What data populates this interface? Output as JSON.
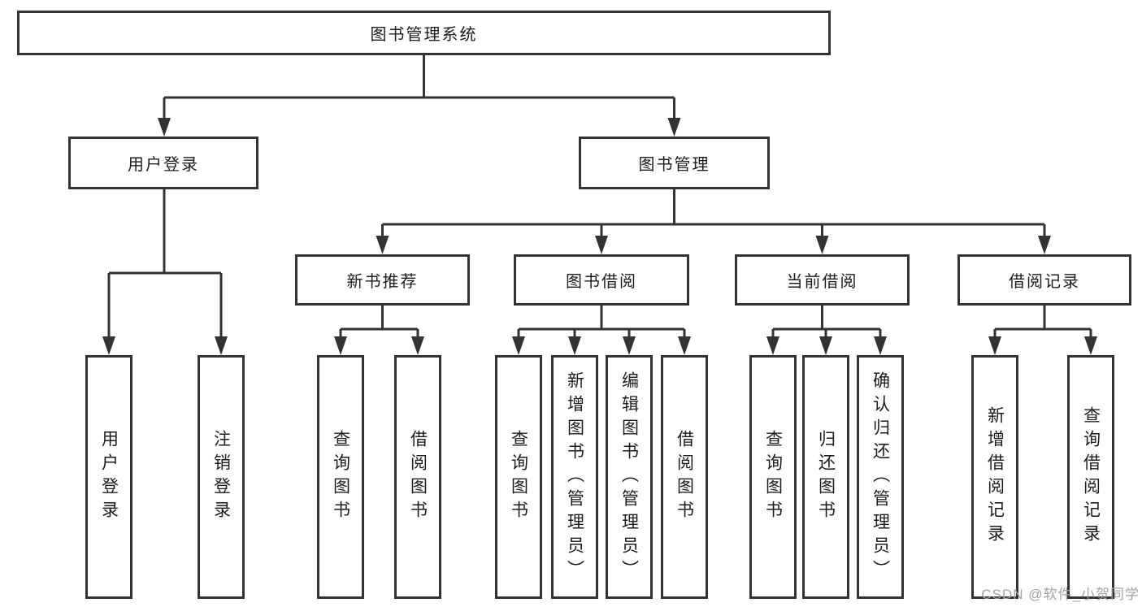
{
  "diagram": {
    "type": "hierarchy-tree",
    "watermark": "CSDN @软件_小贺同学",
    "colors": {
      "line": "#333333",
      "box_border": "#333333",
      "box_background": "#ffffff",
      "text": "#1c1c1e",
      "watermark_text": "#a3a3a7",
      "page_background": "#ffffff"
    },
    "root": {
      "label": "图书管理系统",
      "children": [
        {
          "label": "用户登录",
          "children": [
            {
              "label": "用户登录"
            },
            {
              "label": "注销登录"
            }
          ]
        },
        {
          "label": "图书管理",
          "children": [
            {
              "label": "新书推荐",
              "children": [
                {
                  "label": "查询图书"
                },
                {
                  "label": "借阅图书"
                }
              ]
            },
            {
              "label": "图书借阅",
              "children": [
                {
                  "label": "查询图书"
                },
                {
                  "label": "新增图书（管理员）"
                },
                {
                  "label": "编辑图书（管理员）"
                },
                {
                  "label": "借阅图书"
                }
              ]
            },
            {
              "label": "当前借阅",
              "children": [
                {
                  "label": "查询图书"
                },
                {
                  "label": "归还图书"
                },
                {
                  "label": "确认归还（管理员）"
                }
              ]
            },
            {
              "label": "借阅记录",
              "children": [
                {
                  "label": "新增借阅记录"
                },
                {
                  "label": "查询借阅记录"
                }
              ]
            }
          ]
        }
      ]
    }
  }
}
